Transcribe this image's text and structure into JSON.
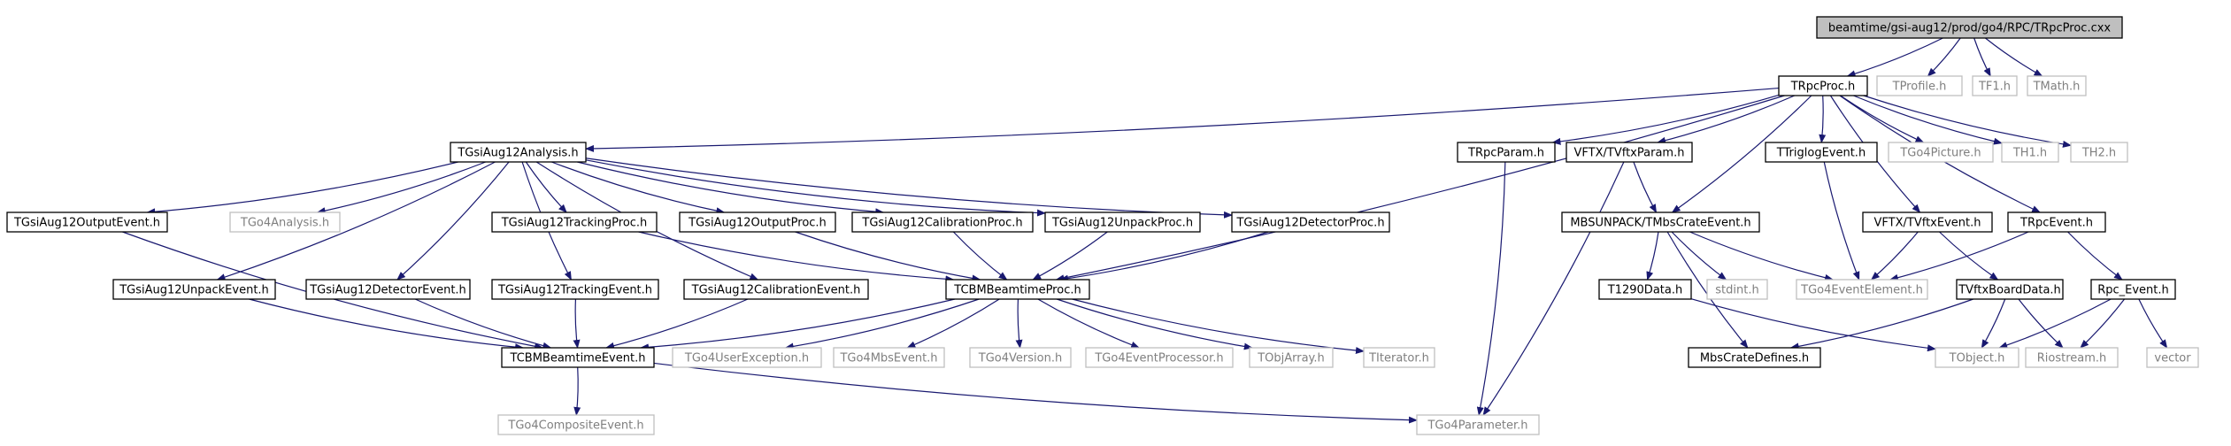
{
  "colors": {
    "edge": "#191970",
    "node_border": "#000000",
    "node_text": "#000000",
    "external_border": "#bfbfbf",
    "external_text": "#7f7f7f",
    "root_fill": "#bfbfbf",
    "background": "#ffffff"
  },
  "nodes": [
    {
      "id": "root",
      "label": "beamtime/gsi-aug12/prod/go4/RPC/TRpcProc.cxx",
      "kind": "root"
    },
    {
      "id": "trpcproc",
      "label": "TRpcProc.h",
      "kind": "internal"
    },
    {
      "id": "tprofile",
      "label": "TProfile.h",
      "kind": "external"
    },
    {
      "id": "tf1",
      "label": "TF1.h",
      "kind": "external"
    },
    {
      "id": "tmath",
      "label": "TMath.h",
      "kind": "external"
    },
    {
      "id": "analysis",
      "label": "TGsiAug12Analysis.h",
      "kind": "internal"
    },
    {
      "id": "trpcparam",
      "label": "TRpcParam.h",
      "kind": "internal"
    },
    {
      "id": "vftxparam",
      "label": "VFTX/TVftxParam.h",
      "kind": "internal"
    },
    {
      "id": "ttriglog",
      "label": "TTriglogEvent.h",
      "kind": "internal"
    },
    {
      "id": "go4picture",
      "label": "TGo4Picture.h",
      "kind": "external"
    },
    {
      "id": "th1",
      "label": "TH1.h",
      "kind": "external"
    },
    {
      "id": "th2",
      "label": "TH2.h",
      "kind": "external"
    },
    {
      "id": "outevent",
      "label": "TGsiAug12OutputEvent.h",
      "kind": "internal"
    },
    {
      "id": "go4analysis",
      "label": "TGo4Analysis.h",
      "kind": "external"
    },
    {
      "id": "trackproc",
      "label": "TGsiAug12TrackingProc.h",
      "kind": "internal"
    },
    {
      "id": "outproc",
      "label": "TGsiAug12OutputProc.h",
      "kind": "internal"
    },
    {
      "id": "calproc",
      "label": "TGsiAug12CalibrationProc.h",
      "kind": "internal"
    },
    {
      "id": "unpackproc",
      "label": "TGsiAug12UnpackProc.h",
      "kind": "internal"
    },
    {
      "id": "detproc",
      "label": "TGsiAug12DetectorProc.h",
      "kind": "internal"
    },
    {
      "id": "mbscrate",
      "label": "MBSUNPACK/TMbsCrateEvent.h",
      "kind": "internal"
    },
    {
      "id": "vftxevent",
      "label": "VFTX/TVftxEvent.h",
      "kind": "internal"
    },
    {
      "id": "trpcevent",
      "label": "TRpcEvent.h",
      "kind": "internal"
    },
    {
      "id": "unpackevent",
      "label": "TGsiAug12UnpackEvent.h",
      "kind": "internal"
    },
    {
      "id": "detevent",
      "label": "TGsiAug12DetectorEvent.h",
      "kind": "internal"
    },
    {
      "id": "trackevent",
      "label": "TGsiAug12TrackingEvent.h",
      "kind": "internal"
    },
    {
      "id": "calevent",
      "label": "TGsiAug12CalibrationEvent.h",
      "kind": "internal"
    },
    {
      "id": "tcbmproc",
      "label": "TCBMBeamtimeProc.h",
      "kind": "internal"
    },
    {
      "id": "t1290",
      "label": "T1290Data.h",
      "kind": "internal"
    },
    {
      "id": "stdint",
      "label": "stdint.h",
      "kind": "external"
    },
    {
      "id": "go4evelem",
      "label": "TGo4EventElement.h",
      "kind": "external"
    },
    {
      "id": "vftxboard",
      "label": "TVftxBoardData.h",
      "kind": "internal"
    },
    {
      "id": "rpcevent",
      "label": "Rpc_Event.h",
      "kind": "internal"
    },
    {
      "id": "tcbmevent",
      "label": "TCBMBeamtimeEvent.h",
      "kind": "internal"
    },
    {
      "id": "go4userexc",
      "label": "TGo4UserException.h",
      "kind": "external"
    },
    {
      "id": "go4mbsevent",
      "label": "TGo4MbsEvent.h",
      "kind": "external"
    },
    {
      "id": "go4version",
      "label": "TGo4Version.h",
      "kind": "external"
    },
    {
      "id": "go4evproc",
      "label": "TGo4EventProcessor.h",
      "kind": "external"
    },
    {
      "id": "tobjarray",
      "label": "TObjArray.h",
      "kind": "external"
    },
    {
      "id": "titerator",
      "label": "TIterator.h",
      "kind": "external"
    },
    {
      "id": "mbscratedef",
      "label": "MbsCrateDefines.h",
      "kind": "internal"
    },
    {
      "id": "tobject",
      "label": "TObject.h",
      "kind": "external"
    },
    {
      "id": "riostream",
      "label": "Riostream.h",
      "kind": "external"
    },
    {
      "id": "vector",
      "label": "vector",
      "kind": "external"
    },
    {
      "id": "go4composite",
      "label": "TGo4CompositeEvent.h",
      "kind": "external"
    },
    {
      "id": "go4param",
      "label": "TGo4Parameter.h",
      "kind": "external"
    }
  ],
  "edges": [
    [
      "root",
      "trpcproc"
    ],
    [
      "root",
      "tprofile"
    ],
    [
      "root",
      "tf1"
    ],
    [
      "root",
      "tmath"
    ],
    [
      "trpcproc",
      "analysis"
    ],
    [
      "trpcproc",
      "trpcparam"
    ],
    [
      "trpcproc",
      "vftxparam"
    ],
    [
      "trpcproc",
      "ttriglog"
    ],
    [
      "trpcproc",
      "go4picture"
    ],
    [
      "trpcproc",
      "th1"
    ],
    [
      "trpcproc",
      "th2"
    ],
    [
      "trpcproc",
      "mbscrate"
    ],
    [
      "trpcproc",
      "vftxevent"
    ],
    [
      "trpcproc",
      "trpcevent"
    ],
    [
      "trpcproc",
      "tcbmproc"
    ],
    [
      "analysis",
      "outevent"
    ],
    [
      "analysis",
      "go4analysis"
    ],
    [
      "analysis",
      "trackproc"
    ],
    [
      "analysis",
      "outproc"
    ],
    [
      "analysis",
      "calproc"
    ],
    [
      "analysis",
      "unpackproc"
    ],
    [
      "analysis",
      "detproc"
    ],
    [
      "analysis",
      "unpackevent"
    ],
    [
      "analysis",
      "detevent"
    ],
    [
      "analysis",
      "trackevent"
    ],
    [
      "analysis",
      "calevent"
    ],
    [
      "outevent",
      "tcbmevent"
    ],
    [
      "unpackevent",
      "tcbmevent"
    ],
    [
      "detevent",
      "tcbmevent"
    ],
    [
      "trackevent",
      "tcbmevent"
    ],
    [
      "calevent",
      "tcbmevent"
    ],
    [
      "trackproc",
      "tcbmproc"
    ],
    [
      "outproc",
      "tcbmproc"
    ],
    [
      "calproc",
      "tcbmproc"
    ],
    [
      "unpackproc",
      "tcbmproc"
    ],
    [
      "detproc",
      "tcbmproc"
    ],
    [
      "tcbmproc",
      "tcbmevent"
    ],
    [
      "tcbmproc",
      "go4userexc"
    ],
    [
      "tcbmproc",
      "go4mbsevent"
    ],
    [
      "tcbmproc",
      "go4version"
    ],
    [
      "tcbmproc",
      "go4evproc"
    ],
    [
      "tcbmproc",
      "tobjarray"
    ],
    [
      "tcbmproc",
      "titerator"
    ],
    [
      "tcbmevent",
      "go4composite"
    ],
    [
      "tcbmevent",
      "go4param"
    ],
    [
      "trpcparam",
      "go4param"
    ],
    [
      "vftxparam",
      "mbscrate"
    ],
    [
      "vftxparam",
      "go4param"
    ],
    [
      "ttriglog",
      "go4evelem"
    ],
    [
      "mbscrate",
      "t1290"
    ],
    [
      "mbscrate",
      "stdint"
    ],
    [
      "mbscrate",
      "go4evelem"
    ],
    [
      "mbscrate",
      "mbscratedef"
    ],
    [
      "vftxevent",
      "go4evelem"
    ],
    [
      "vftxevent",
      "vftxboard"
    ],
    [
      "trpcevent",
      "go4evelem"
    ],
    [
      "trpcevent",
      "rpcevent"
    ],
    [
      "t1290",
      "tobject"
    ],
    [
      "vftxboard",
      "mbscratedef"
    ],
    [
      "vftxboard",
      "tobject"
    ],
    [
      "vftxboard",
      "riostream"
    ],
    [
      "rpcevent",
      "tobject"
    ],
    [
      "rpcevent",
      "riostream"
    ],
    [
      "rpcevent",
      "vector"
    ]
  ]
}
